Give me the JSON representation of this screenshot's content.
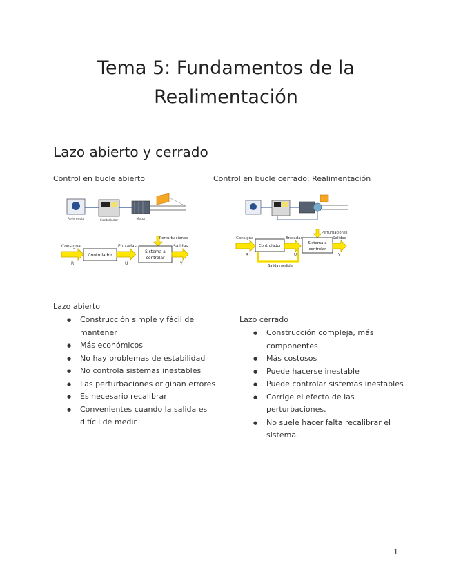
{
  "title_line1": "Tema 5: Fundamentos de la",
  "title_line2": "Realimentación",
  "section_heading": "Lazo abierto y cerrado",
  "open_loop_caption": "Control en bucle abierto",
  "closed_loop_caption": "Control en bucle cerrado: Realimentación",
  "open_diagram": {
    "top_labels": [
      "Referencia",
      "Controlador",
      "Motor"
    ],
    "input_label": "Consigna",
    "input_symbol": "R",
    "block_controller": "Controlador",
    "inputs_label": "Entradas",
    "inputs_symbol": "U",
    "perturbation_label": "Perturbaciones",
    "block_system_line1": "Sistema a",
    "block_system_line2": "controlar",
    "outputs_label": "Salidas",
    "outputs_symbol": "Y"
  },
  "closed_diagram": {
    "input_label": "Consigna",
    "input_symbol": "R",
    "block_controller": "Controlador",
    "inputs_label": "Entradas",
    "inputs_symbol": "U",
    "perturbation_label": "Perturbaciones",
    "block_system_line1": "Sistema a",
    "block_system_line2": "controlar",
    "outputs_label": "Salidas",
    "outputs_symbol": "Y",
    "feedback_label": "Salida medida"
  },
  "open_loop": {
    "title": "Lazo abierto",
    "items": [
      [
        "Construcción simple y fácil de",
        "mantener"
      ],
      [
        "Más económicos"
      ],
      [
        "No hay problemas de estabilidad"
      ],
      [
        "No controla sistemas inestables"
      ],
      [
        "Las perturbaciones originan errores"
      ],
      [
        "Es necesario recalibrar"
      ],
      [
        "Convenientes cuando la salida es",
        "difícil de medir"
      ]
    ]
  },
  "closed_loop": {
    "title": "Lazo cerrado",
    "items": [
      [
        "Construcción compleja, más",
        "componentes"
      ],
      [
        "Más costosos"
      ],
      [
        "Puede hacerse inestable"
      ],
      [
        "Puede controlar sistemas inestables"
      ],
      [
        "Corrige el efecto de las",
        "perturbaciones."
      ],
      [
        "No suele hacer falta recalibrar el",
        "sistema."
      ]
    ]
  },
  "page_number": "1",
  "colors": {
    "arrow_yellow": "#ffe600",
    "arrow_outline": "#c8a800",
    "block_orange": "#f5a623",
    "motor_blue": "#2a4f8f"
  }
}
